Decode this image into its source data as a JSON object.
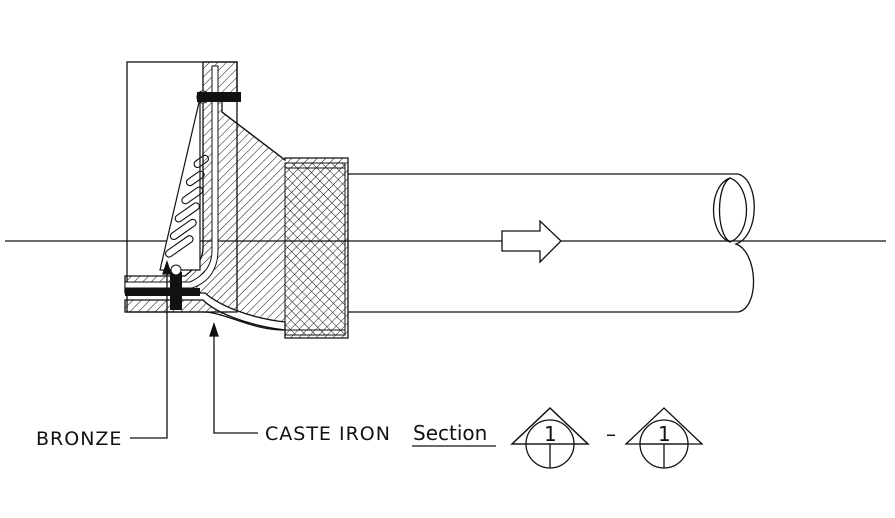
{
  "drawing": {
    "labels": {
      "bronze": "BRONZE",
      "caste_iron": "CASTE IRON",
      "section": "Section",
      "marker_left": "1",
      "marker_right": "1",
      "separator": "–"
    },
    "colors": {
      "line": "#111111",
      "background": "#ffffff"
    }
  }
}
